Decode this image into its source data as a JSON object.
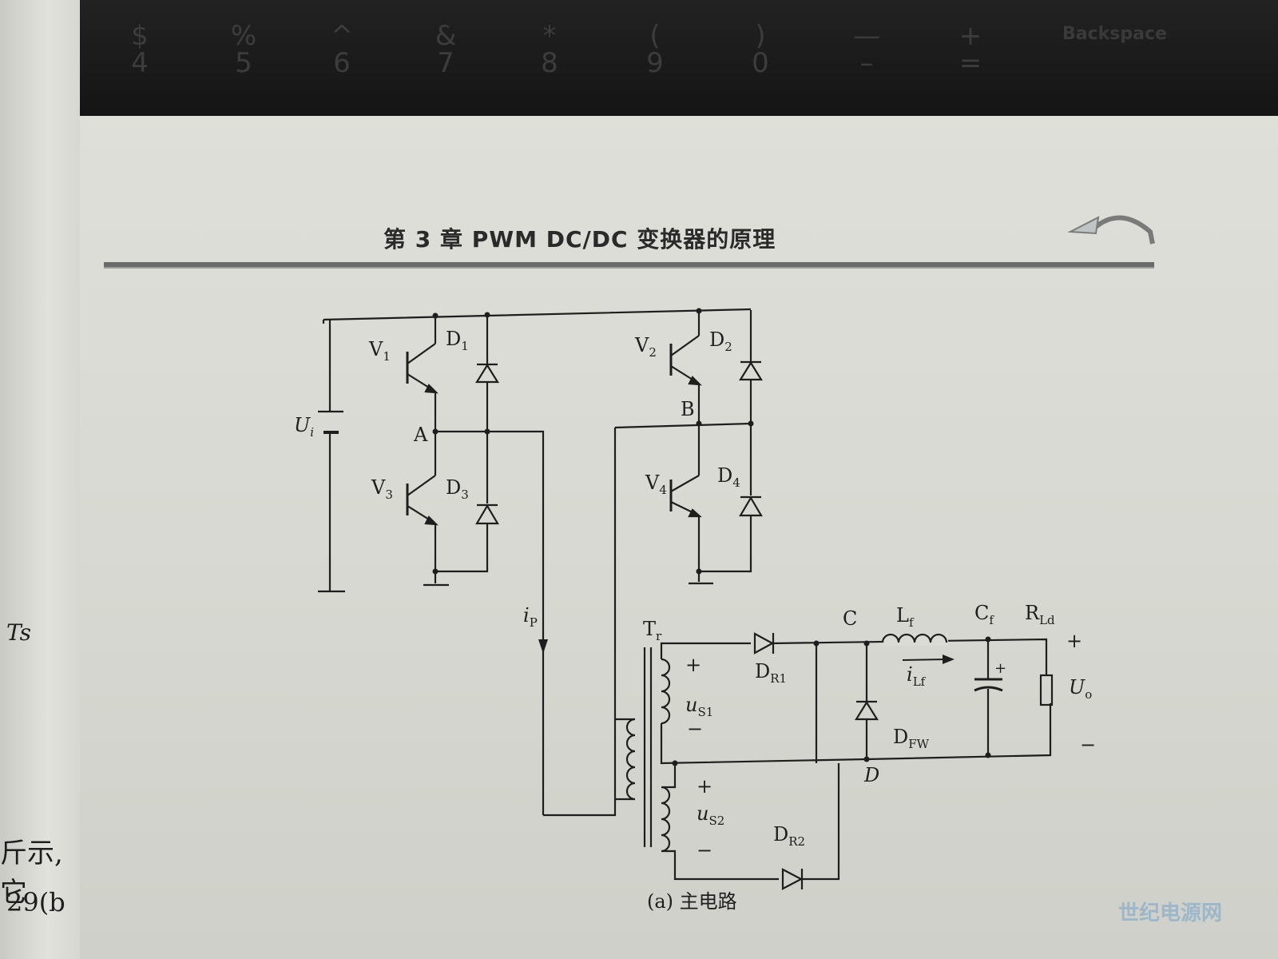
{
  "keyboard": {
    "keys": [
      {
        "top": "$",
        "bottom": "4"
      },
      {
        "top": "%",
        "bottom": "5"
      },
      {
        "top": "^",
        "bottom": "6"
      },
      {
        "top": "&",
        "bottom": "7"
      },
      {
        "top": "*",
        "bottom": "8"
      },
      {
        "top": "(",
        "bottom": "9"
      },
      {
        "top": ")",
        "bottom": "0"
      },
      {
        "top": "—",
        "bottom": "–"
      },
      {
        "top": "+",
        "bottom": "="
      }
    ],
    "backspace": "Backspace"
  },
  "header": {
    "title": "第 3 章    PWM DC/DC 变换器的原理"
  },
  "left_page": {
    "ts": "Ts",
    "text1": "斤示,它",
    "text2": "29(b"
  },
  "circuit": {
    "labels": {
      "Ui": "U",
      "Ui_sub": "i",
      "V1": "V",
      "V1_sub": "1",
      "D1": "D",
      "D1_sub": "1",
      "V2": "V",
      "V2_sub": "2",
      "D2": "D",
      "D2_sub": "2",
      "V3": "V",
      "V3_sub": "3",
      "D3": "D",
      "D3_sub": "3",
      "V4": "V",
      "V4_sub": "4",
      "D4": "D",
      "D4_sub": "4",
      "A": "A",
      "B": "B",
      "C": "C",
      "D": "D",
      "ip": "i",
      "ip_sub": "P",
      "Tr": "T",
      "Tr_sub": "r",
      "us1": "u",
      "us1_sub": "S1",
      "us2": "u",
      "us2_sub": "S2",
      "DR1": "D",
      "DR1_sub": "R1",
      "DR2": "D",
      "DR2_sub": "R2",
      "DFW": "D",
      "DFW_sub": "FW",
      "Lf": "L",
      "Lf_sub": "f",
      "iLf": "i",
      "iLf_sub": "Lf",
      "Cf": "C",
      "Cf_sub": "f",
      "RLd": "R",
      "RLd_sub": "Ld",
      "Uo": "U",
      "Uo_sub": "o",
      "plus": "+",
      "minus": "−"
    },
    "caption": "(a) 主电路"
  },
  "watermark": "世纪电源网"
}
